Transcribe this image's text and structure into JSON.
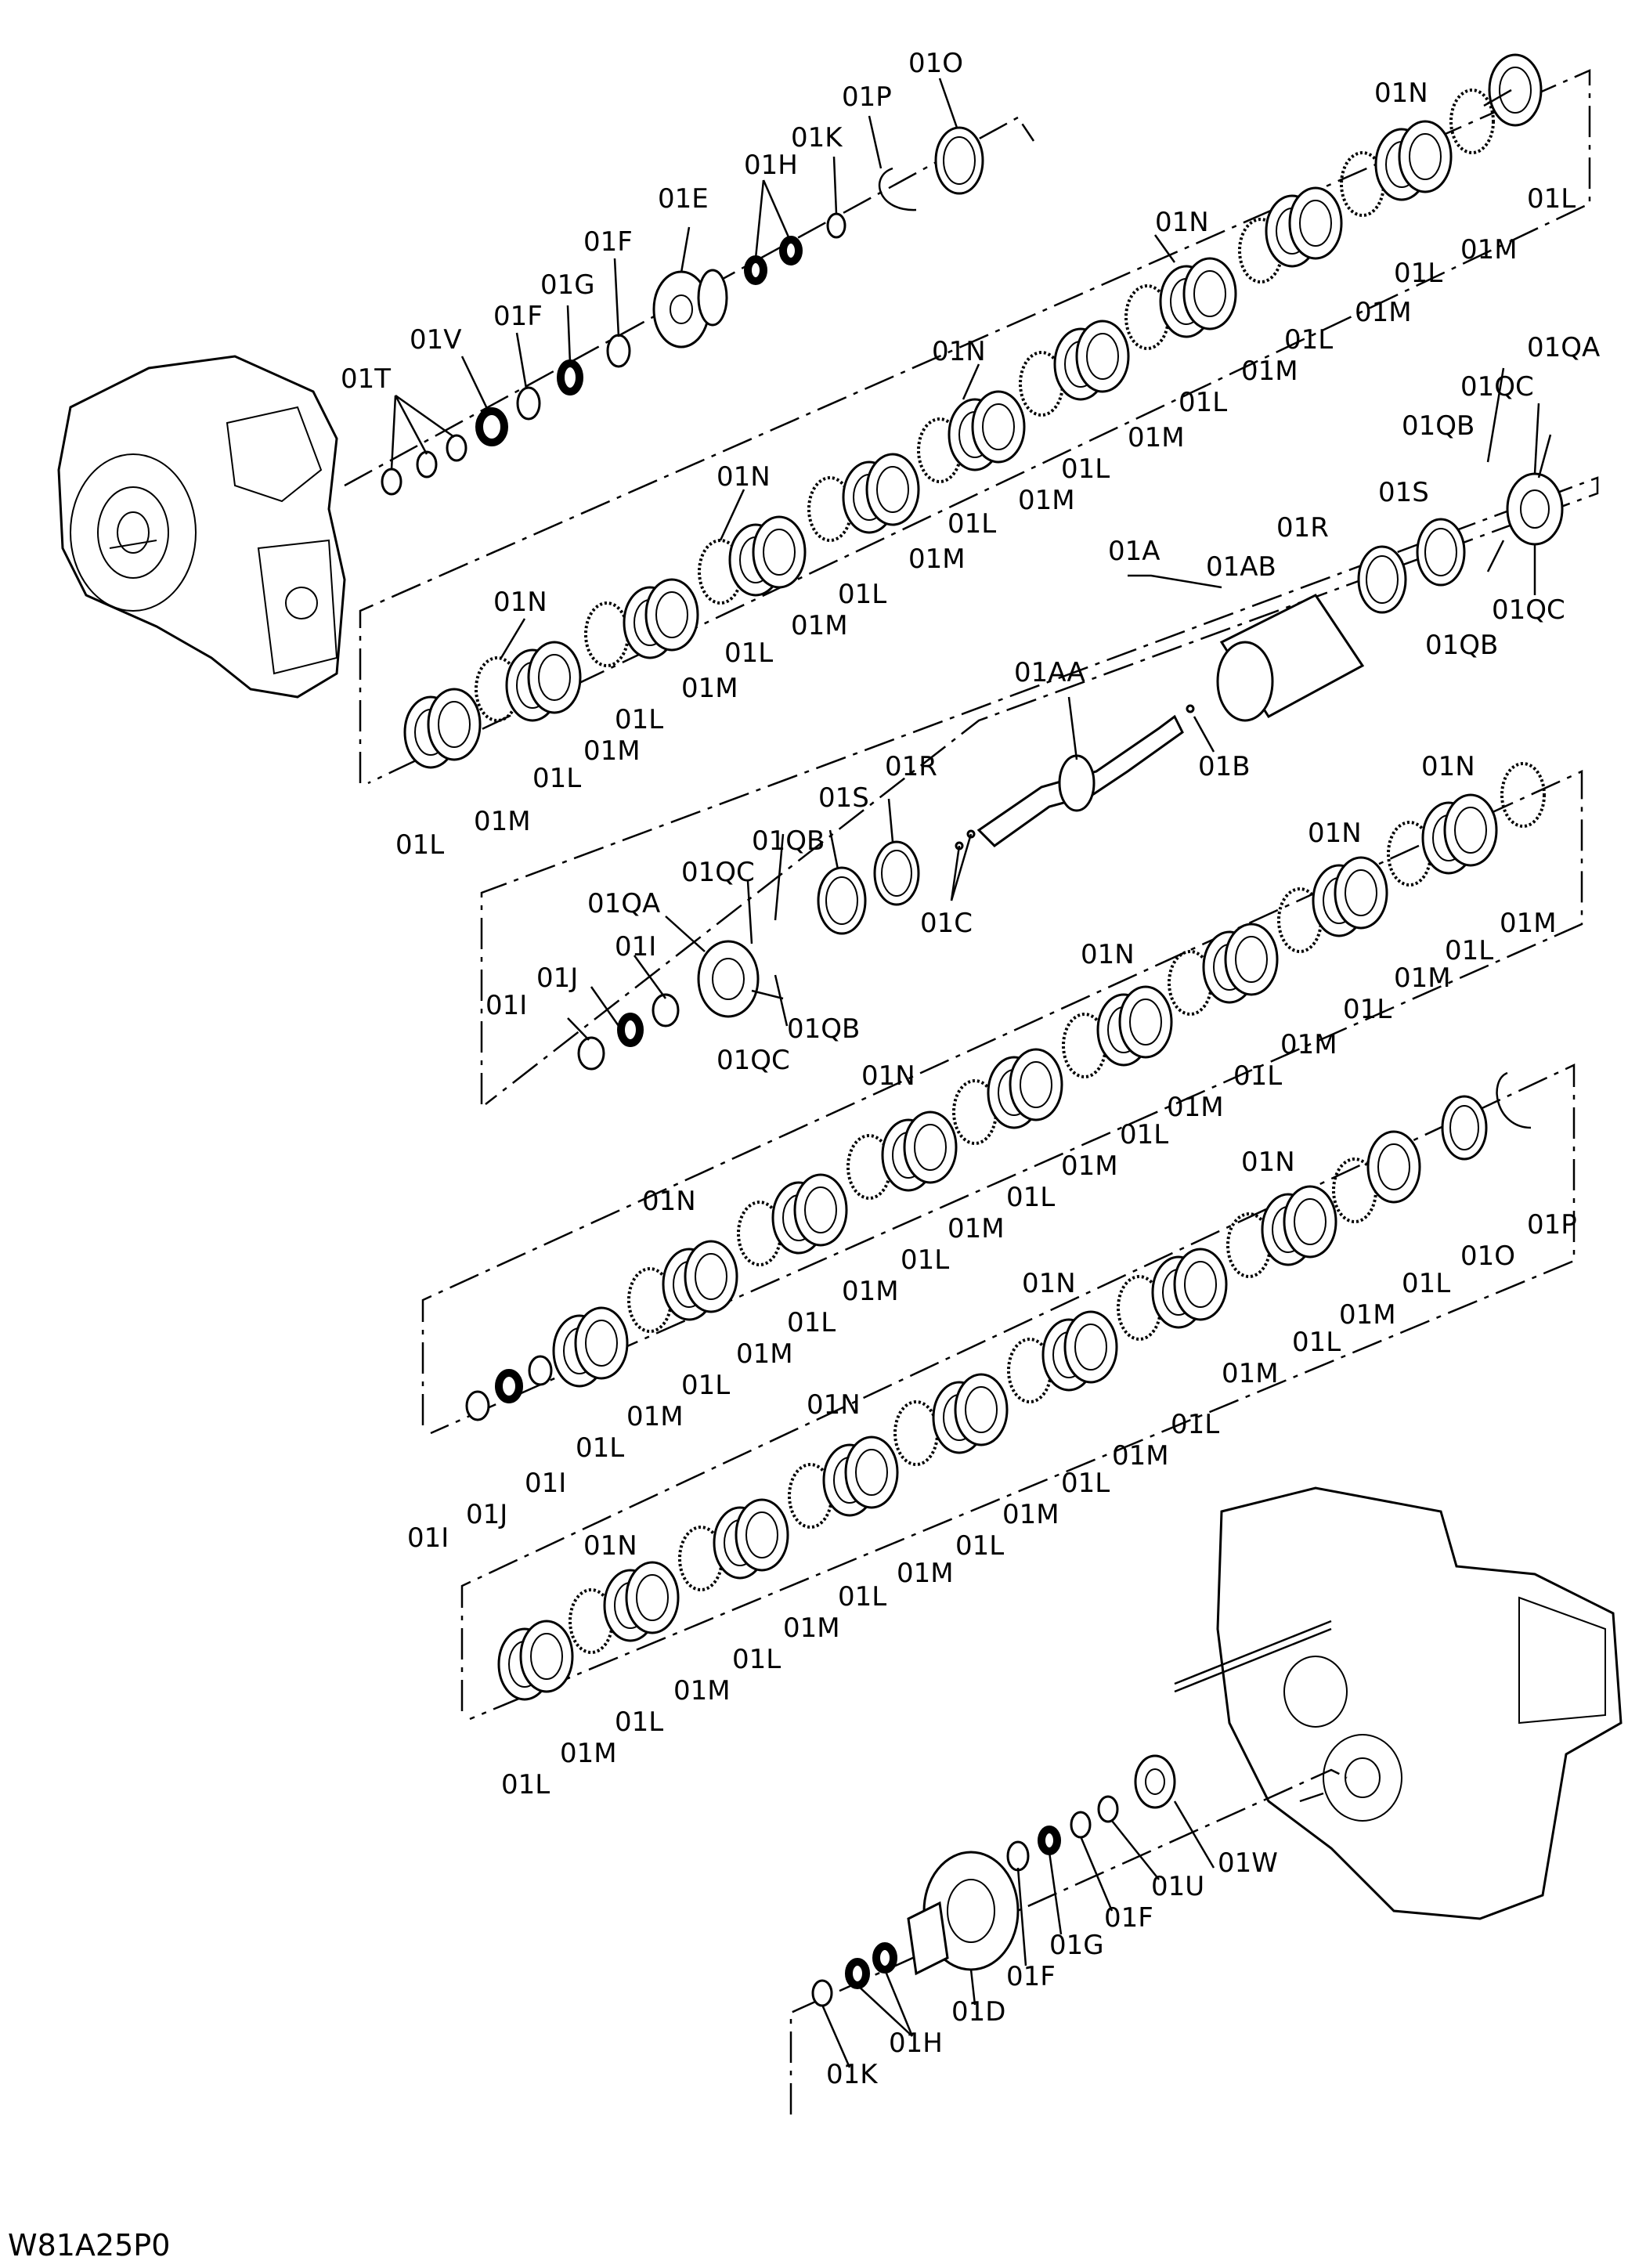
{
  "drawing_code": "W81A25P0",
  "parts": {
    "01A": "01A",
    "01AA": "01AA",
    "01AB": "01AB",
    "01B": "01B",
    "01C": "01C",
    "01D": "01D",
    "01E": "01E",
    "01F": "01F",
    "01G": "01G",
    "01H": "01H",
    "01I": "01I",
    "01J": "01J",
    "01K": "01K",
    "01L": "01L",
    "01M": "01M",
    "01N": "01N",
    "01O": "01O",
    "01P": "01P",
    "01QA": "01QA",
    "01QB": "01QB",
    "01QC": "01QC",
    "01R": "01R",
    "01S": "01S",
    "01T": "01T",
    "01U": "01U",
    "01V": "01V",
    "01W": "01W"
  }
}
